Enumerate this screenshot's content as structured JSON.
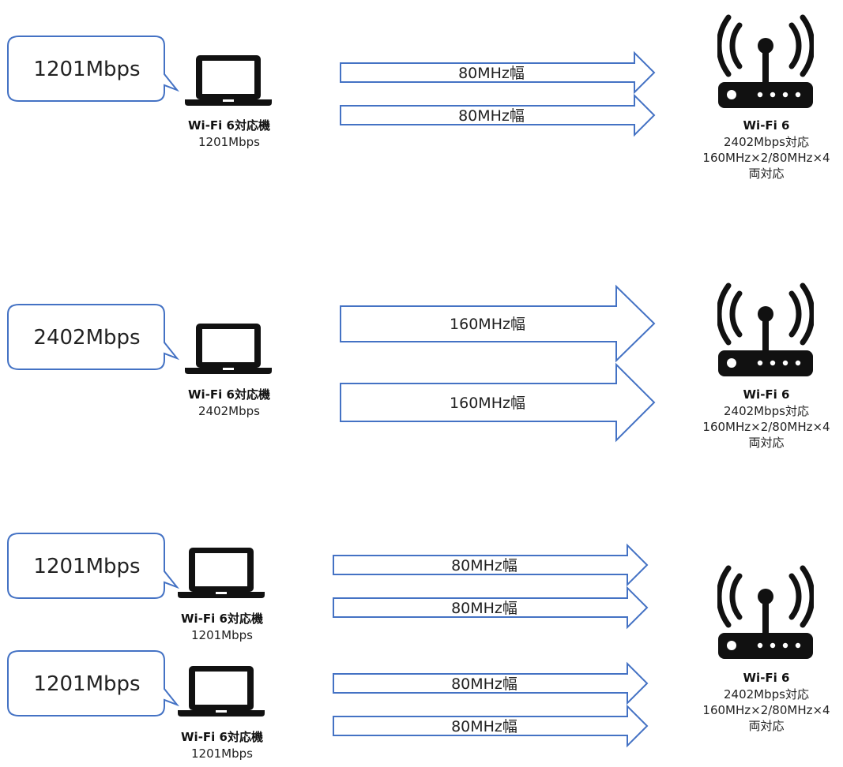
{
  "colors": {
    "arrow_stroke": "#4472c4",
    "bubble_stroke": "#4472c4",
    "icon": "#111111"
  },
  "scenarios": [
    {
      "bubbles": [
        "1201Mbps"
      ],
      "clients": [
        {
          "title": "Wi-Fi 6対応機",
          "speed": "1201Mbps",
          "icon": "laptop-icon"
        }
      ],
      "arrows": [
        "80MHz幅",
        "80MHz幅"
      ],
      "router": {
        "title": "Wi-Fi 6",
        "lines": [
          "2402Mbps対応",
          "160MHz×2/80MHz×4",
          "両対応"
        ],
        "icon": "wifi-router-icon"
      }
    },
    {
      "bubbles": [
        "2402Mbps"
      ],
      "clients": [
        {
          "title": "Wi-Fi 6対応機",
          "speed": "2402Mbps",
          "icon": "laptop-icon"
        }
      ],
      "arrows": [
        "160MHz幅",
        "160MHz幅"
      ],
      "router": {
        "title": "Wi-Fi 6",
        "lines": [
          "2402Mbps対応",
          "160MHz×2/80MHz×4",
          "両対応"
        ],
        "icon": "wifi-router-icon"
      }
    },
    {
      "bubbles": [
        "1201Mbps",
        "1201Mbps"
      ],
      "clients": [
        {
          "title": "Wi-Fi 6対応機",
          "speed": "1201Mbps",
          "icon": "laptop-icon"
        },
        {
          "title": "Wi-Fi 6対応機",
          "speed": "1201Mbps",
          "icon": "laptop-icon"
        }
      ],
      "arrows": [
        "80MHz幅",
        "80MHz幅",
        "80MHz幅",
        "80MHz幅"
      ],
      "router": {
        "title": "Wi-Fi 6",
        "lines": [
          "2402Mbps対応",
          "160MHz×2/80MHz×4",
          "両対応"
        ],
        "icon": "wifi-router-icon"
      }
    }
  ]
}
